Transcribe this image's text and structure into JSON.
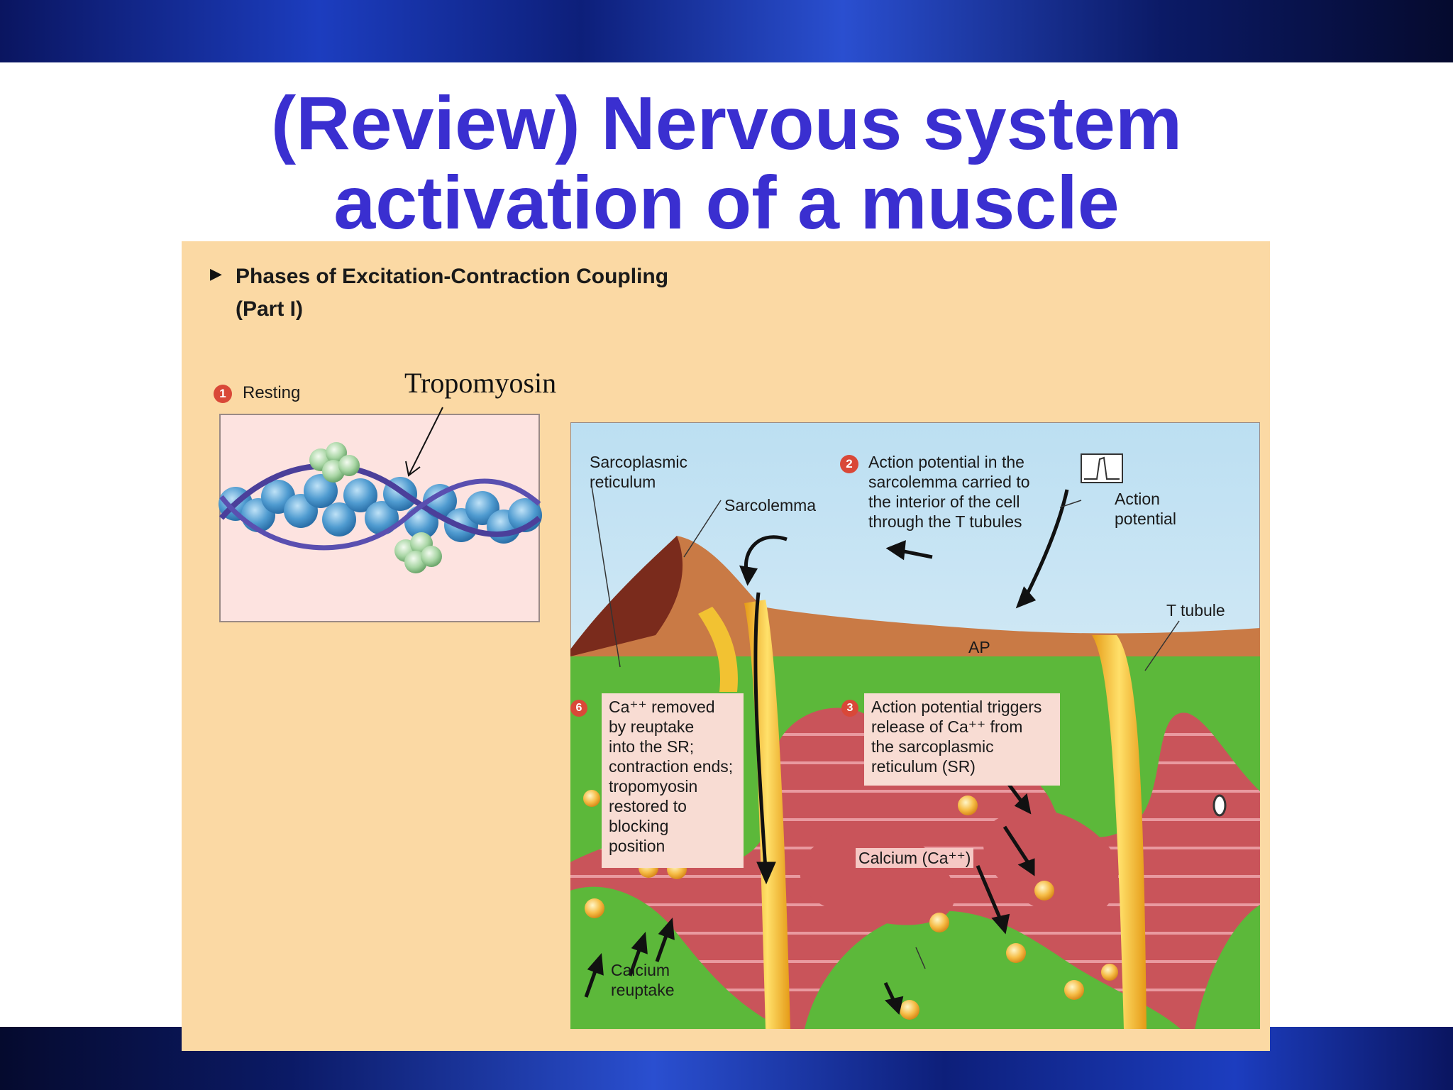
{
  "slide": {
    "title_line1": "(Review) Nervous system",
    "title_line2": "activation of a muscle"
  },
  "figure": {
    "heading_line1": "Phases of Excitation-Contraction Coupling",
    "heading_line2": "(Part I)",
    "step1": {
      "number": "1",
      "label": "Resting"
    },
    "tropomyosin_label": "Tropomyosin",
    "labels": {
      "sarcoplasmic_reticulum": "Sarcoplasmic\nreticulum",
      "sarcolemma": "Sarcolemma",
      "action_potential": "Action\npotential",
      "t_tubule": "T tubule",
      "ap": "AP",
      "calcium": "Calcium (Ca⁺⁺)",
      "calcium_reuptake": "Calcium\nreuptake"
    },
    "step2": {
      "number": "2",
      "text": "Action potential in the\nsarcolemma carried to\nthe interior of the cell\nthrough the T tubules"
    },
    "step3": {
      "number": "3",
      "text": "Action potential triggers\nrelease of Ca⁺⁺ from\nthe sarcoplasmic\nreticulum (SR)"
    },
    "step6": {
      "number": "6",
      "text": "Ca⁺⁺ removed\nby reuptake\ninto the SR;\ncontraction ends;\ntropomyosin\nrestored to\nblocking\nposition"
    }
  },
  "colors": {
    "title": "#3a2fd0",
    "figure_bg": "#fbd9a4",
    "sr_green": "#5cb83a",
    "t_tubule_yellow": "#f2c232",
    "myofibril_red": "#c9545a",
    "sarcolemma_brown": "#c97a45",
    "step_badge": "#d94838"
  }
}
